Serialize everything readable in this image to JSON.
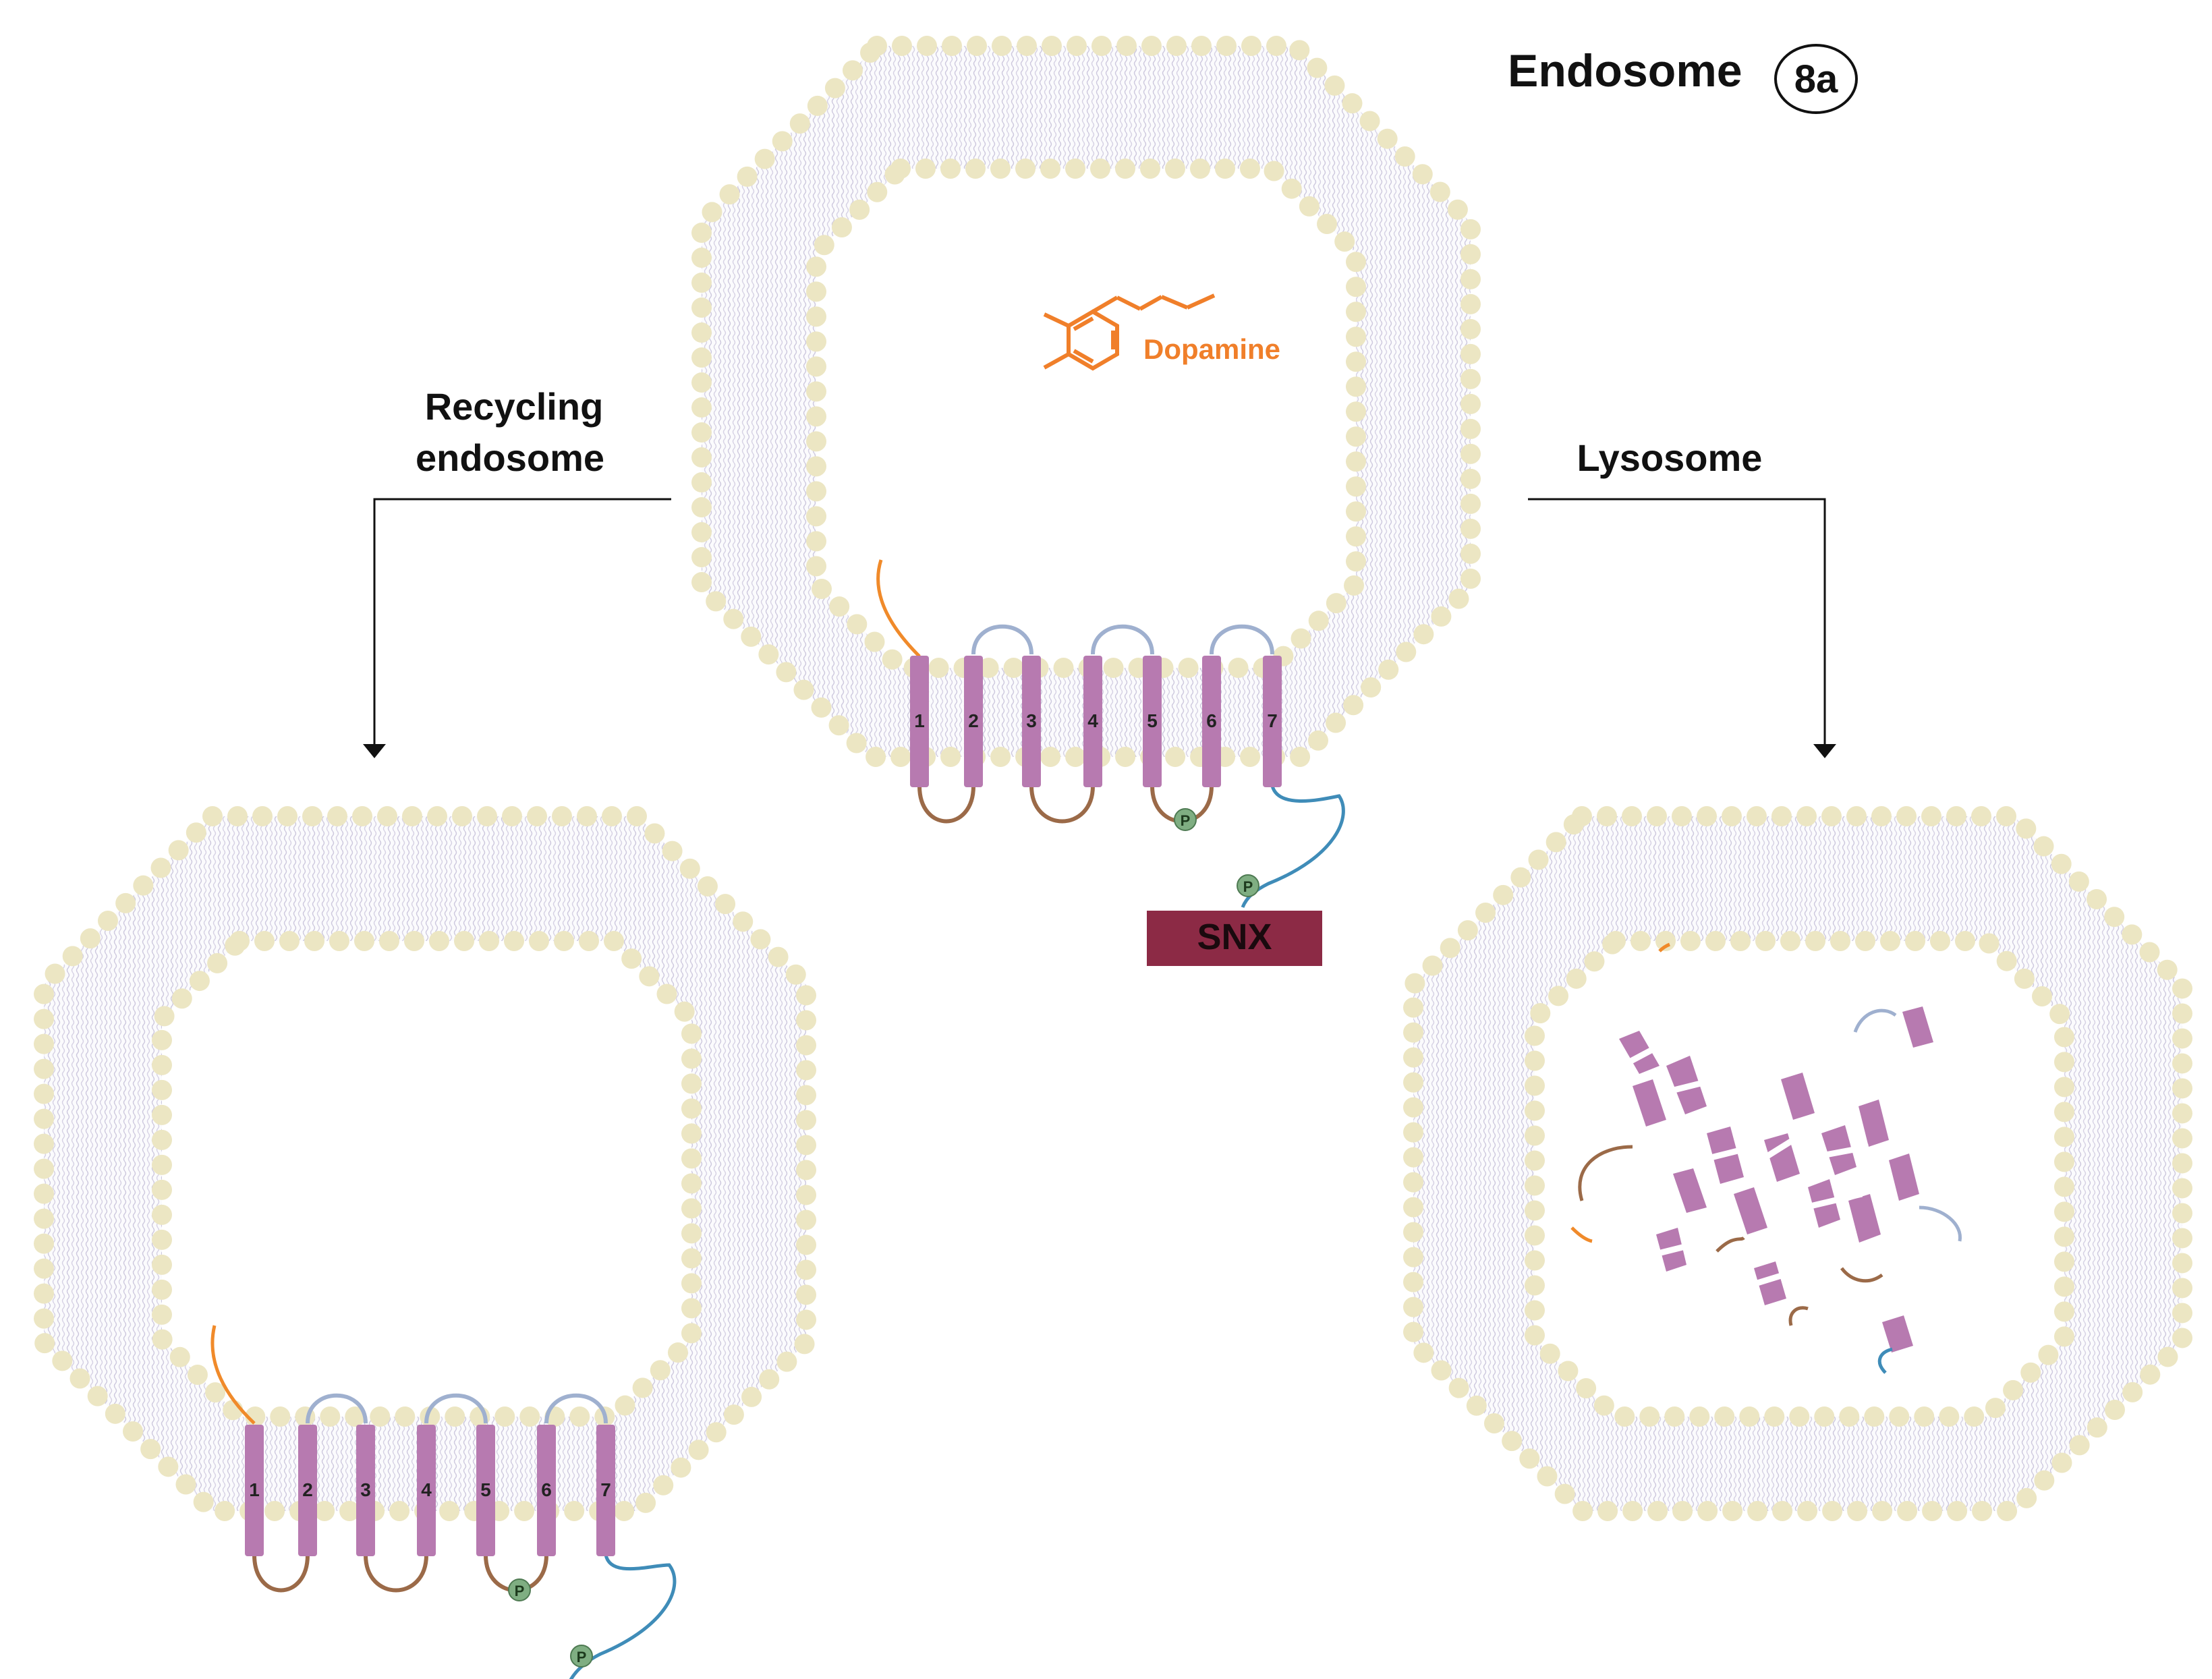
{
  "title": {
    "text": "Endosome",
    "badge": "8a"
  },
  "ligand": {
    "label": "Dopamine",
    "color": "#f07f2a"
  },
  "snx": {
    "label": "SNX",
    "color": "#8c2a45"
  },
  "paths": {
    "left_label_line1": "Recycling",
    "left_label_line2": "endosome",
    "right_label": "Lysosome"
  },
  "receptor": {
    "helix_labels": [
      "1",
      "2",
      "3",
      "4",
      "5",
      "6",
      "7"
    ],
    "phospho_label": "P",
    "helix_color": "#b77ab0",
    "extracellular_loop_color": "#9fb0cf",
    "intracellular_loop_color": "#9b6a48",
    "c_tail_color": "#3f8cb8",
    "n_tail_color": "#f08a2a",
    "phospho_color": "#7fae82"
  },
  "membrane": {
    "head_color": "#ece6c3",
    "tail_color": "#c8c2dc"
  }
}
